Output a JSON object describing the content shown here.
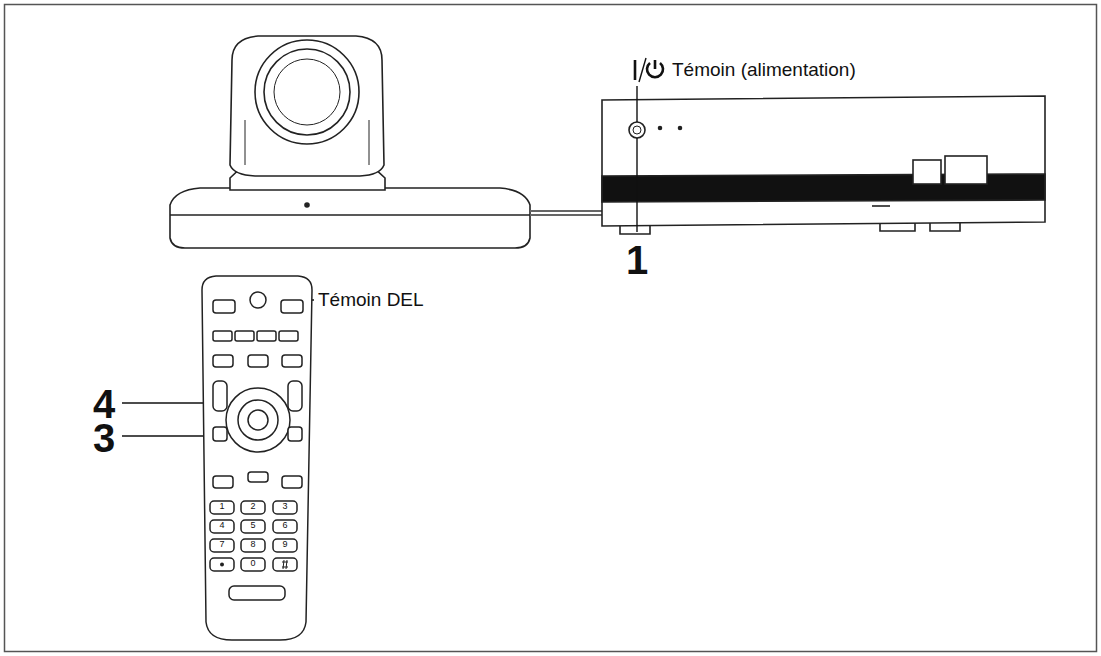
{
  "diagram": {
    "labels": [
      "Témoin (alimentation)",
      "Témoin DEL",
      "1",
      "4",
      "3",
      "1",
      "2",
      "3",
      "4",
      "5",
      "6",
      "7",
      "8",
      "9",
      "0"
    ]
  }
}
